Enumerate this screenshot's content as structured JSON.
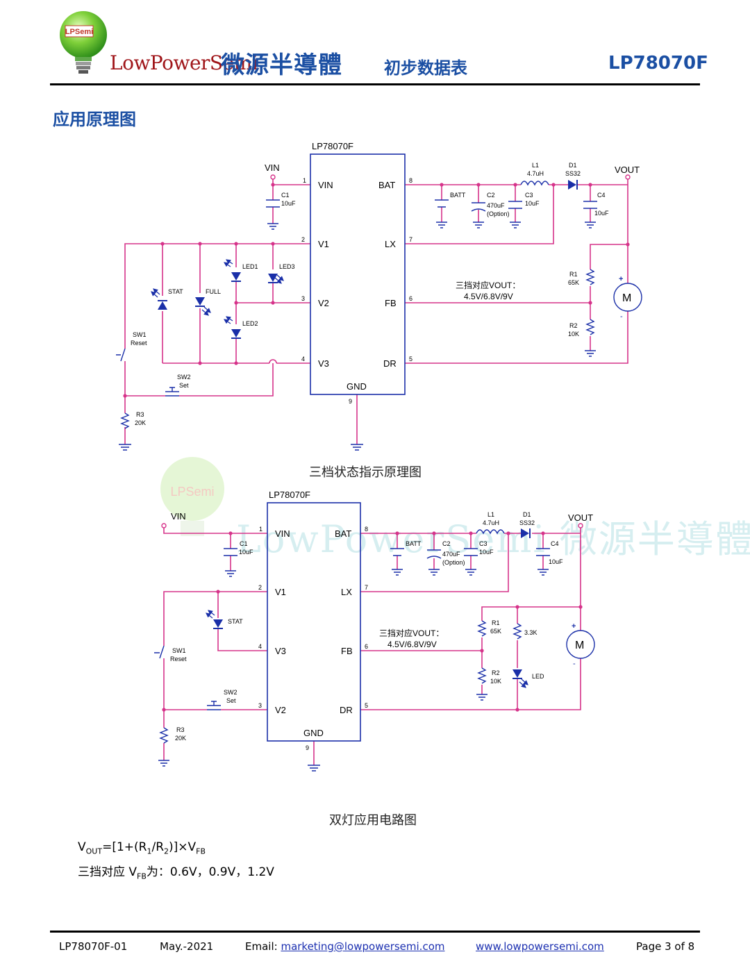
{
  "header": {
    "logo_text": "LPSemi",
    "brand_en": "LowPowerSemi",
    "brand_cn": "微源半導體",
    "doc_type": "初步数据表",
    "part_number": "LP78070F"
  },
  "section_title": "应用原理图",
  "diagram1": {
    "caption": "三档状态指示原理图",
    "chip": "LP78070F",
    "pins": {
      "vin": "VIN",
      "v1": "V1",
      "v2": "V2",
      "v3": "V3",
      "bat": "BAT",
      "lx": "LX",
      "fb": "FB",
      "dr": "DR",
      "gnd": "GND",
      "n1": "1",
      "n2": "2",
      "n3": "3",
      "n4": "4",
      "n5": "5",
      "n6": "6",
      "n7": "7",
      "n8": "8",
      "n9": "9"
    },
    "labels": {
      "vin_net": "VIN",
      "vout_net": "VOUT",
      "c1": "C1",
      "c1v": "10uF",
      "batt": "BATT",
      "c2": "C2",
      "c2v": "470uF",
      "c2o": "(Option)",
      "c3": "C3",
      "c3v": "10uF",
      "l1": "L1",
      "l1v": "4.7uH",
      "d1": "D1",
      "d1v": "SS32",
      "c4": "C4",
      "c4v": "10uF",
      "r1": "R1",
      "r1v": "65K",
      "r2": "R2",
      "r2v": "10K",
      "r3": "R3",
      "r3v": "20K",
      "sw1": "SW1",
      "sw1v": "Reset",
      "sw2": "SW2",
      "sw2v": "Set",
      "led1": "LED1",
      "led2": "LED2",
      "led3": "LED3",
      "stat": "STAT",
      "full": "FULL",
      "note1": "三挡对应VOUT：",
      "note2": "4.5V/6.8V/9V",
      "motor": "M",
      "plus": "+",
      "minus": "-"
    }
  },
  "diagram2": {
    "caption": "双灯应用电路图",
    "chip": "LP78070F",
    "pins": {
      "vin": "VIN",
      "v1": "V1",
      "v3": "V3",
      "v2": "V2",
      "bat": "BAT",
      "lx": "LX",
      "fb": "FB",
      "dr": "DR",
      "gnd": "GND",
      "n1": "1",
      "n2": "2",
      "n4": "4",
      "n3": "3",
      "n8": "8",
      "n7": "7",
      "n6": "6",
      "n5": "5",
      "n9": "9"
    },
    "labels": {
      "vin_net": "VIN",
      "vout_net": "VOUT",
      "c1": "C1",
      "c1v": "10uF",
      "batt": "BATT",
      "c2": "C2",
      "c2v": "470uF",
      "c2o": "(Option)",
      "c3": "C3",
      "c3v": "10uF",
      "l1": "L1",
      "l1v": "4.7uH",
      "d1": "D1",
      "d1v": "SS32",
      "c4": "C4",
      "c4v": "10uF",
      "r1": "R1",
      "r1v": "65K",
      "r33": "3.3K",
      "r2": "R2",
      "r2v": "10K",
      "r3": "R3",
      "r3v": "20K",
      "sw1": "SW1",
      "sw1v": "Reset",
      "sw2": "SW2",
      "sw2v": "Set",
      "stat": "STAT",
      "led": "LED",
      "note1": "三挡对应VOUT：",
      "note2": "4.5V/6.8V/9V",
      "motor": "M",
      "plus": "+",
      "minus": "-"
    }
  },
  "watermark": {
    "logo": "LPSemi",
    "text": "LowPowerSemi 微源半導體"
  },
  "formula": {
    "line1_a": "V",
    "line1_a_sub": "OUT",
    "line1_b": "=[1+(R",
    "line1_b_sub": "1",
    "line1_c": "/R",
    "line1_c_sub": "2",
    "line1_d": ")]×V",
    "line1_d_sub": "FB",
    "line2_a": "三挡对应 V",
    "line2_a_sub": "FB",
    "line2_b": "为：0.6V，0.9V，1.2V"
  },
  "footer": {
    "doc_id": "LP78070F-01",
    "date": "May.-2021",
    "email_label": "Email: ",
    "email": "marketing@lowpowersemi.com",
    "website": "www.lowpowersemi.com",
    "page": "Page 3 of 8"
  },
  "colors": {
    "wire": "#d6338a",
    "ink": "#1a2fa8",
    "brand_red": "#a0161a",
    "brand_blue": "#1b4fa3"
  }
}
